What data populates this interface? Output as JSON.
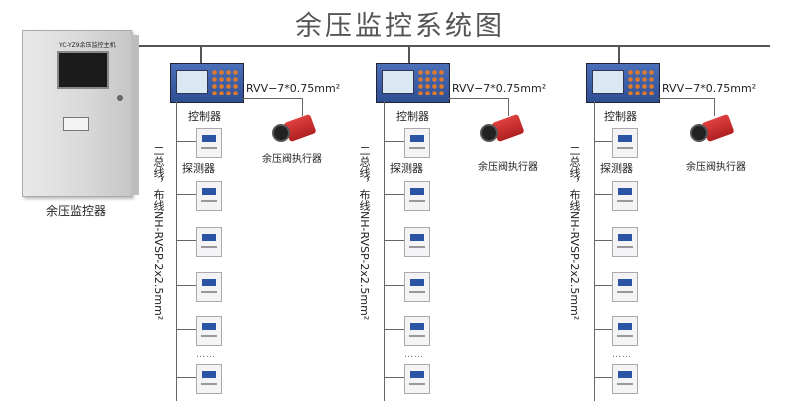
{
  "title": "余压监控系统图",
  "cabinet": {
    "panel_title": "YC-YZ9余压监控主机",
    "caption": "余压监控器"
  },
  "systems": [
    {
      "controller_label": "控制器",
      "cable_label": "RVV−7*0.75mm²",
      "actuator_label": "余压阀执行器",
      "bus_label": "二总线，布线NH-RVSP-2x2.5mm²",
      "detector_label": "探测器",
      "ellipsis": "……"
    },
    {
      "controller_label": "控制器",
      "cable_label": "RVV−7*0.75mm²",
      "actuator_label": "余压阀执行器",
      "bus_label": "二总线，布线NH-RVSP-2x2.5mm²",
      "detector_label": "探测器",
      "ellipsis": "……"
    },
    {
      "controller_label": "控制器",
      "cable_label": "RVV−7*0.75mm²",
      "actuator_label": "余压阀执行器",
      "bus_label": "二总线，布线NH-RVSP-2x2.5mm²",
      "detector_label": "探测器",
      "ellipsis": "……"
    }
  ]
}
